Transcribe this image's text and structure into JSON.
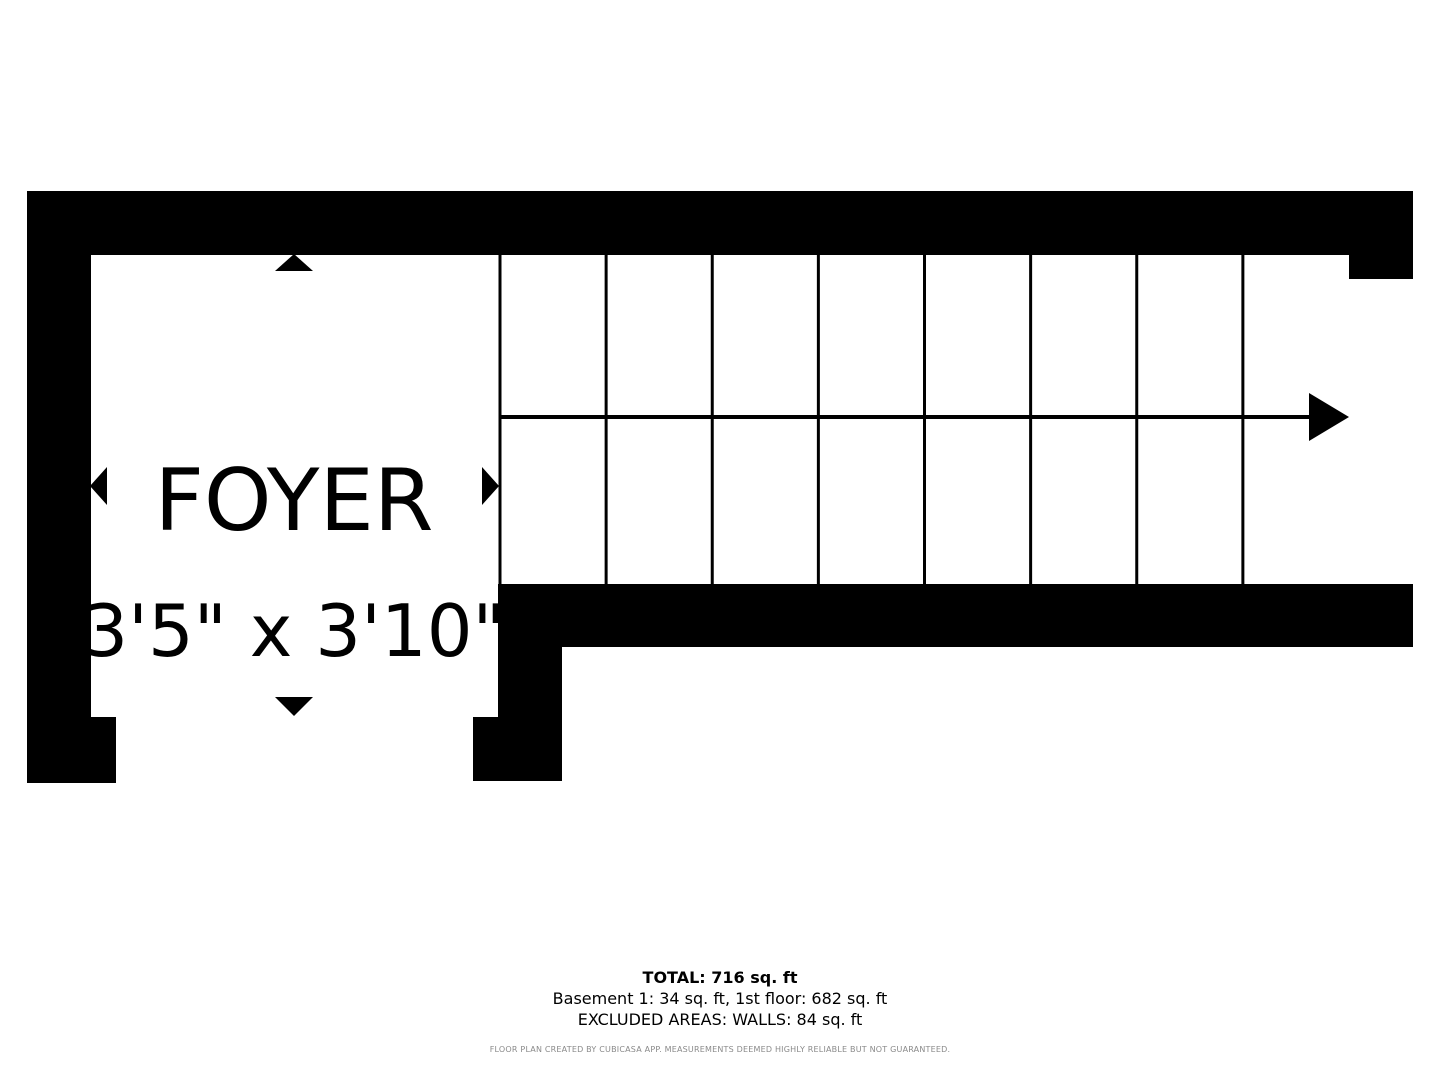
{
  "rooms": [
    {
      "name": "FOYER",
      "dimensions": "3'5\" x 3'10\""
    }
  ],
  "stairs": {
    "steps": 8,
    "direction": "right"
  },
  "summary": {
    "total": "TOTAL: 716 sq. ft",
    "breakdown": "Basement 1: 34 sq. ft, 1st floor: 682 sq. ft",
    "excluded": "EXCLUDED AREAS: WALLS: 84 sq. ft",
    "disclaimer": "FLOOR PLAN CREATED BY CUBICASA APP. MEASUREMENTS DEEMED HIGHLY RELIABLE BUT NOT GUARANTEED."
  },
  "colors": {
    "wall": "#000000",
    "floor": "#ffffff",
    "disclaimer": "#8a8a8a"
  }
}
